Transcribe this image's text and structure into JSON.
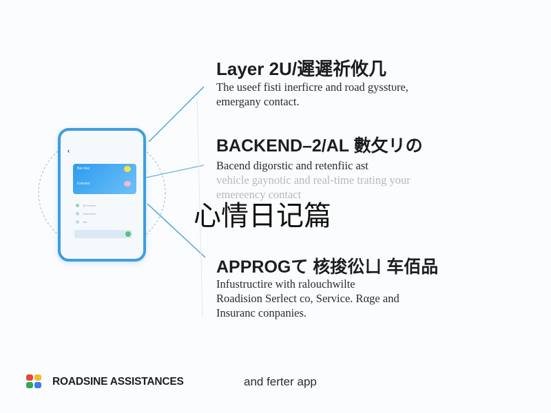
{
  "colors": {
    "accent": "#3d9ee0",
    "green": "#56c275",
    "yellow": "#f7e24a",
    "pink": "#f6b6d6"
  },
  "phone": {
    "title": "",
    "card_top_label": "Bec-hec",
    "card_bottom_label": "Emeden",
    "rows": [
      {
        "label": "@ mmmcc",
        "value": ""
      },
      {
        "label": "Eunicesee",
        "value": ""
      },
      {
        "label": "Alis",
        "value": ""
      }
    ],
    "button_label": ""
  },
  "sections": [
    {
      "heading": "Layer 2U/遲遲祈攸几",
      "lines": [
        "The useef fisti inerficre and road gysstυre,",
        "emergany contact."
      ]
    },
    {
      "heading": "BACKEND–2/AL 數攵リの",
      "lines": [
        "Bacend digorstic and retenfiic ast",
        "vehicle gaynotic and real-time trating your",
        "emereency contact"
      ]
    },
    {
      "heading": "APPROGて 核捘彸ㄩ 车佰品",
      "lines": [
        "Infustructire with ralouchwilte",
        "Roadision Serlect co, Service. Rαge and",
        "Insuranc conpanies."
      ]
    }
  ],
  "overlay_text": "心情日记篇",
  "footer": {
    "brand": "ROADSINE ASSISTANCES",
    "suffix": "and ferter app",
    "logo_colors": [
      "#e8463c",
      "#f6b92c",
      "#34a853",
      "#3b7ded"
    ]
  }
}
